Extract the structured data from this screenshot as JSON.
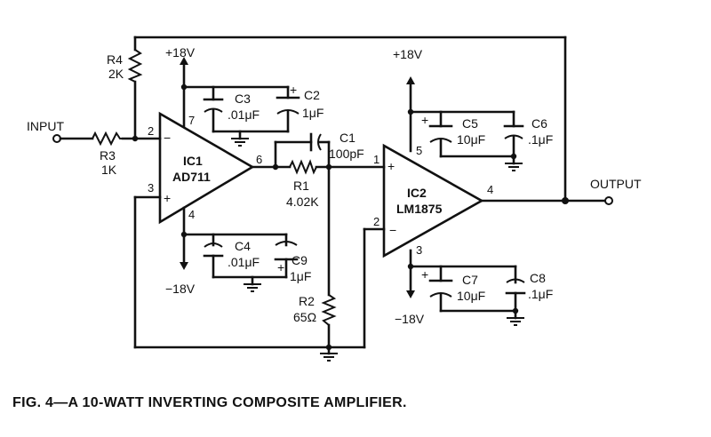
{
  "caption": "FIG. 4—A 10-WATT INVERTING COMPOSITE AMPLIFIER.",
  "ports": {
    "input": "INPUT",
    "output": "OUTPUT"
  },
  "ics": {
    "ic1": {
      "ref": "IC1",
      "part": "AD711",
      "pins": {
        "inv": "2",
        "noninv": "3",
        "out": "6",
        "vpos": "7",
        "vneg": "4"
      }
    },
    "ic2": {
      "ref": "IC2",
      "part": "LM1875",
      "pins": {
        "noninv": "1",
        "inv": "2",
        "out": "4",
        "vpos": "5",
        "vneg": "3"
      }
    }
  },
  "rails": {
    "ic1_pos": "+18V",
    "ic1_neg": "−18V",
    "ic2_pos": "+18V",
    "ic2_neg": "−18V"
  },
  "resistors": {
    "r1": {
      "ref": "R1",
      "value": "4.02K"
    },
    "r2": {
      "ref": "R2",
      "value": "65Ω"
    },
    "r3": {
      "ref": "R3",
      "value": "1K"
    },
    "r4": {
      "ref": "R4",
      "value": "2K"
    }
  },
  "capacitors": {
    "c1": {
      "ref": "C1",
      "value": "100pF"
    },
    "c2": {
      "ref": "C2",
      "value": "1μF"
    },
    "c3": {
      "ref": "C3",
      "value": ".01μF"
    },
    "c4": {
      "ref": "C4",
      "value": ".01μF"
    },
    "c5": {
      "ref": "C5",
      "value": "10μF"
    },
    "c6": {
      "ref": "C6",
      "value": ".1μF"
    },
    "c7": {
      "ref": "C7",
      "value": "10μF"
    },
    "c8": {
      "ref": "C8",
      "value": ".1μF"
    },
    "c9": {
      "ref": "C9",
      "value": "1μF"
    }
  },
  "symbols": {
    "minus": "−",
    "plus": "+"
  }
}
